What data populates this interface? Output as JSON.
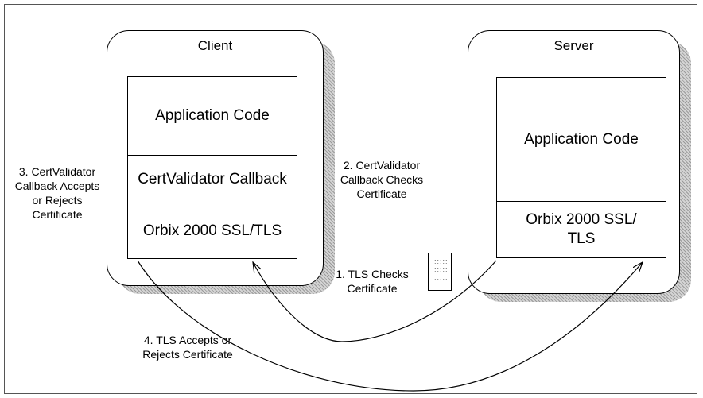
{
  "client": {
    "title": "Client",
    "layers": [
      "Application Code",
      "CertValidator Callback",
      "Orbix 2000 SSL/TLS"
    ]
  },
  "server": {
    "title": "Server",
    "layers": [
      "Application Code",
      "Orbix 2000 SSL/ TLS"
    ]
  },
  "steps": {
    "step1": "1. TLS Checks Certificate",
    "step2": "2. CertValidator Callback Checks Certificate",
    "step3": "3. CertValidator Callback Accepts or Rejects Certificate",
    "step4": "4. TLS Accepts or Rejects Certificate"
  },
  "certificate": {
    "icon": "certificate-document-icon",
    "lines": [
      ":::::",
      ":::::",
      ":::::"
    ]
  },
  "colors": {
    "stroke": "#000000",
    "shadow": "#bdbdbd",
    "background": "#ffffff"
  }
}
